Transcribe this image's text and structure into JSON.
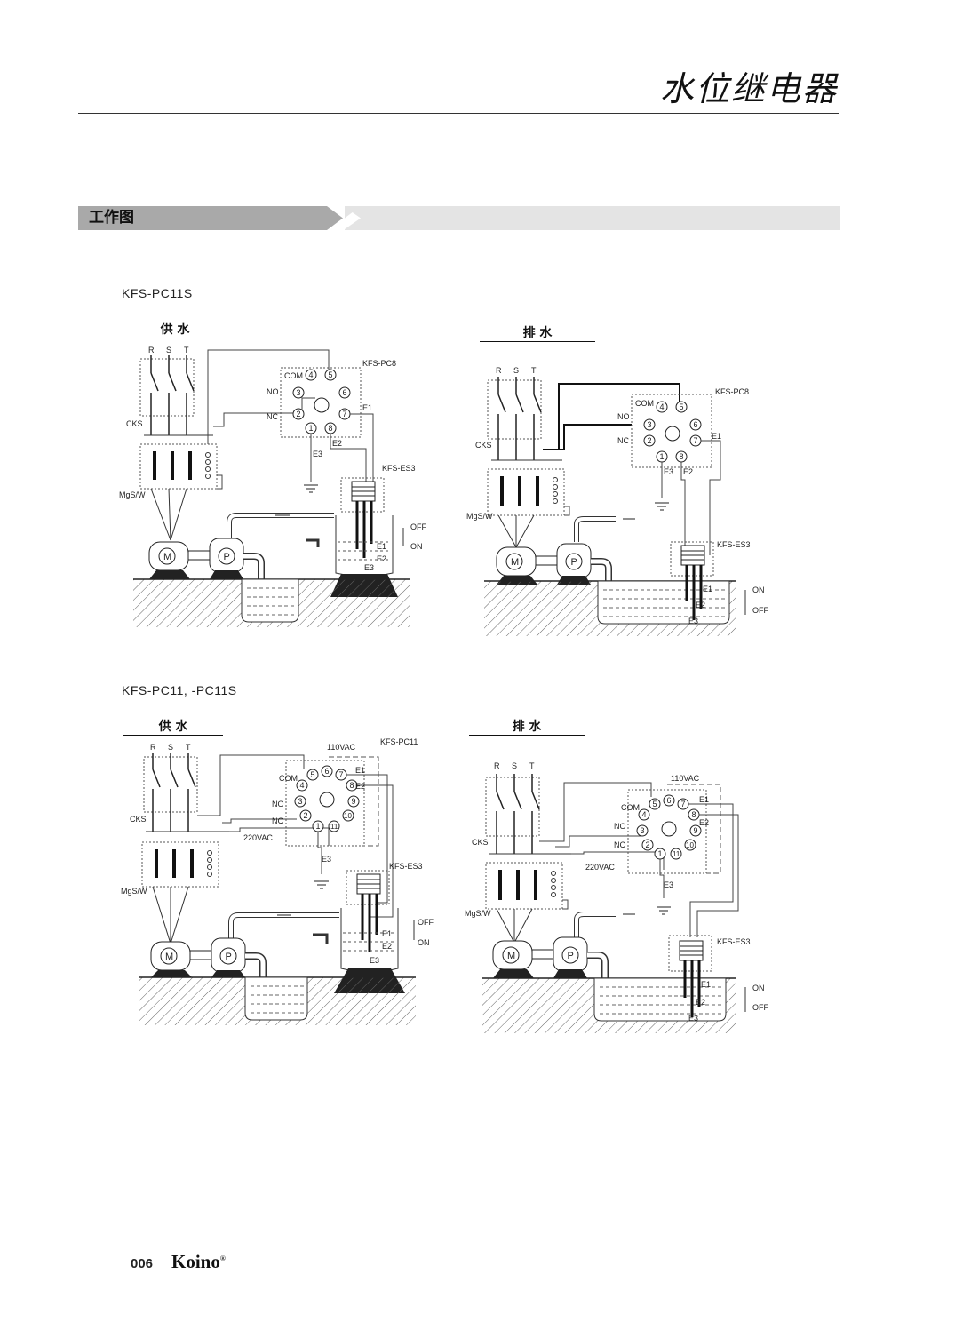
{
  "header": {
    "title": "水位继电器"
  },
  "section": {
    "title": "工作图"
  },
  "groups": [
    {
      "model": "KFS-PC11S"
    },
    {
      "model": "KFS-PC11, -PC11S"
    }
  ],
  "diagrams": [
    {
      "title": "供 水",
      "controller": "KFS-PC8",
      "sensor": "KFS-ES3",
      "phase_labels": [
        "R",
        "S",
        "T"
      ],
      "breaker_label": "CKS",
      "contactor_label": "MgS/W",
      "terminal_labels": [
        "COM",
        "NO",
        "NC"
      ],
      "pins": [
        "1",
        "2",
        "3",
        "4",
        "5",
        "6",
        "7",
        "8"
      ],
      "electrodes": [
        "E1",
        "E2",
        "E3"
      ],
      "level_labels": [
        "OFF",
        "ON"
      ],
      "motor_label": "M",
      "pump_label": "P"
    },
    {
      "title": "排 水",
      "controller": "KFS-PC8",
      "sensor": "KFS-ES3",
      "phase_labels": [
        "R",
        "S",
        "T"
      ],
      "breaker_label": "CKS",
      "contactor_label": "MgS/W",
      "terminal_labels": [
        "COM",
        "NO",
        "NC"
      ],
      "pins": [
        "1",
        "2",
        "3",
        "4",
        "5",
        "6",
        "7",
        "8"
      ],
      "electrodes": [
        "E1",
        "E2",
        "E3"
      ],
      "level_labels": [
        "ON",
        "OFF"
      ],
      "motor_label": "M",
      "pump_label": "P"
    },
    {
      "title": "供 水",
      "controller": "KFS-PC11",
      "sensor": "KFS-ES3",
      "voltage_top": "110VAC",
      "voltage_bottom": "220VAC",
      "phase_labels": [
        "R",
        "S",
        "T"
      ],
      "breaker_label": "CKS",
      "contactor_label": "MgS/W",
      "terminal_labels": [
        "COM",
        "NO",
        "NC"
      ],
      "pins": [
        "1",
        "2",
        "3",
        "4",
        "5",
        "6",
        "7",
        "8",
        "9",
        "10",
        "11"
      ],
      "electrodes": [
        "E1",
        "E2",
        "E3"
      ],
      "level_labels": [
        "OFF",
        "ON"
      ],
      "motor_label": "M",
      "pump_label": "P"
    },
    {
      "title": "排 水",
      "sensor": "KFS-ES3",
      "voltage_top": "110VAC",
      "voltage_bottom": "220VAC",
      "phase_labels": [
        "R",
        "S",
        "T"
      ],
      "breaker_label": "CKS",
      "contactor_label": "MgS/W",
      "terminal_labels": [
        "COM",
        "NO",
        "NC"
      ],
      "pins": [
        "1",
        "2",
        "3",
        "4",
        "5",
        "6",
        "7",
        "8",
        "9",
        "10",
        "11"
      ],
      "electrodes": [
        "E1",
        "E2",
        "E3"
      ],
      "level_labels": [
        "ON",
        "OFF"
      ],
      "motor_label": "M",
      "pump_label": "P"
    }
  ],
  "footer": {
    "page": "006",
    "brand": "Koino",
    "reg": "®"
  }
}
